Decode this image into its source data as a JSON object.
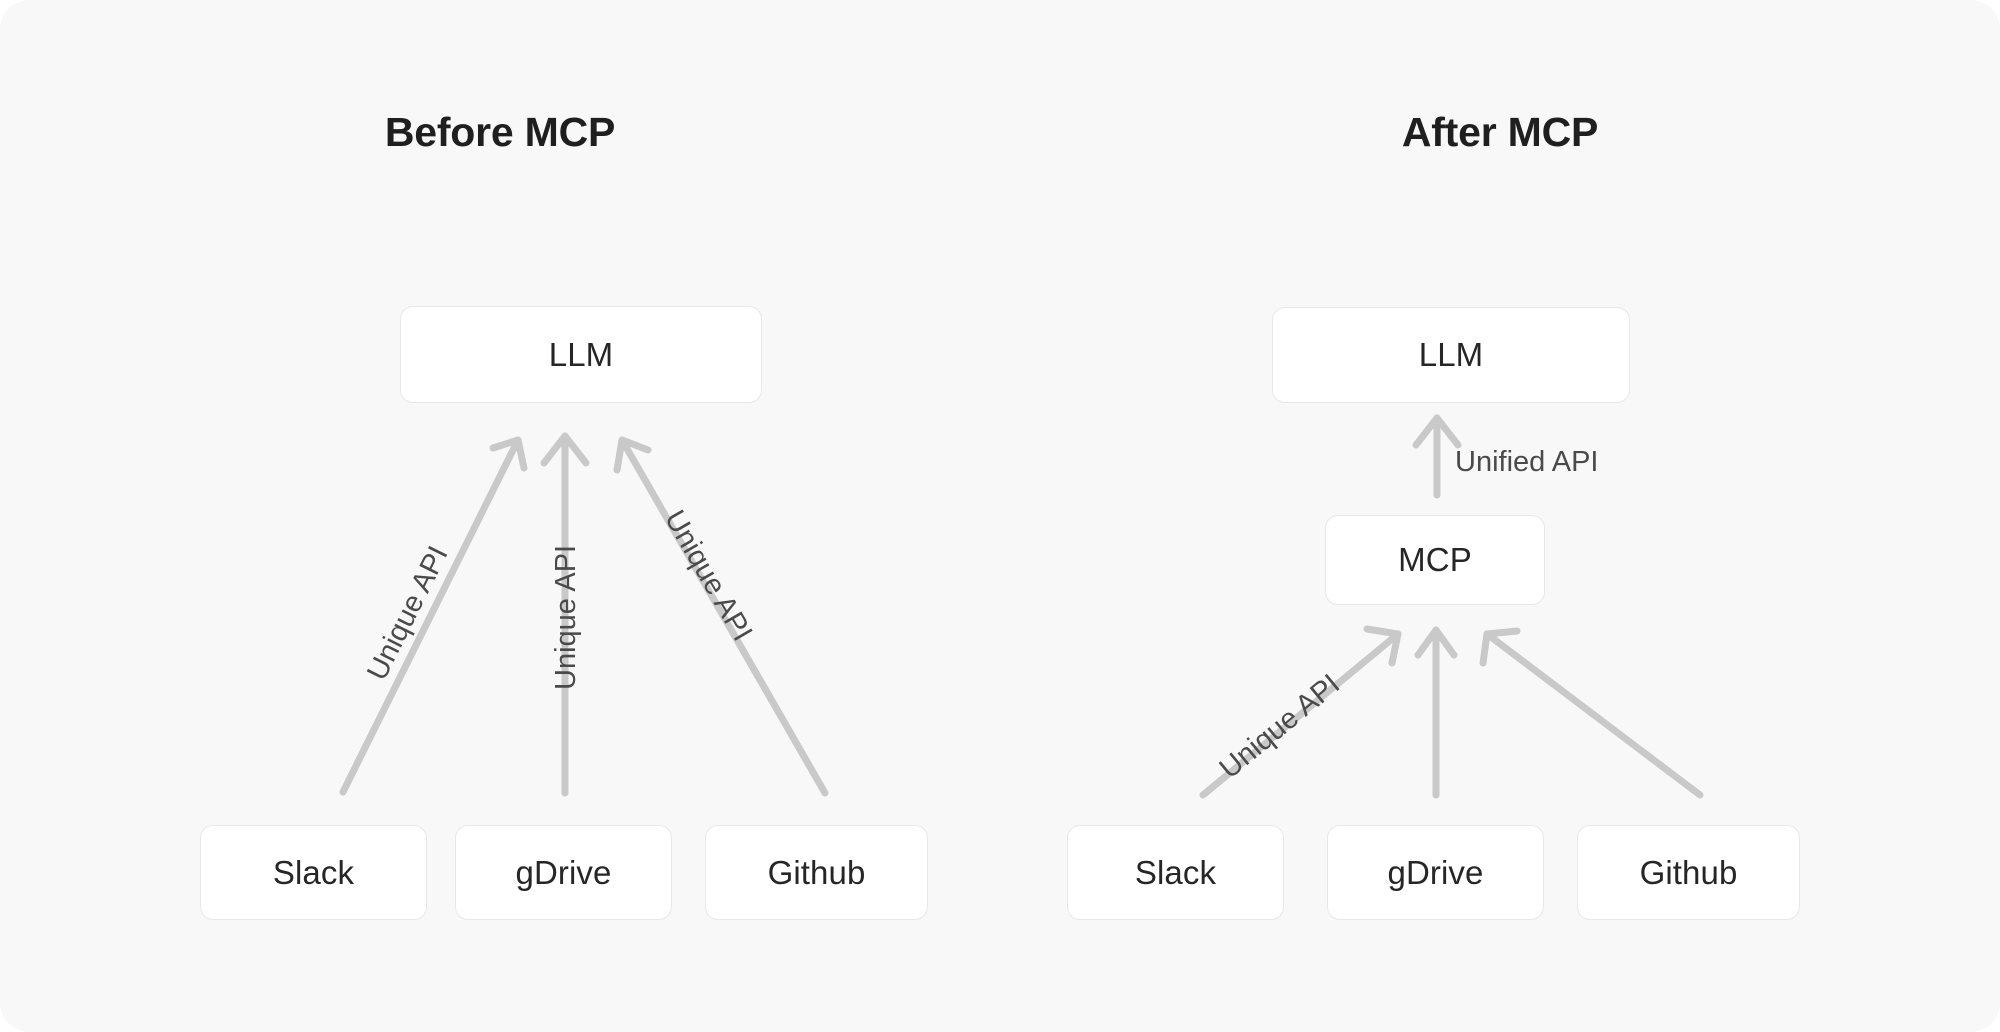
{
  "diagram": {
    "title_before": "Before MCP",
    "title_after": "After MCP",
    "colors": {
      "canvas_background": "#f8f8f8",
      "page_background": "#ffffff",
      "node_fill": "#ffffff",
      "node_border": "#e8e8e8",
      "arrow": "#c9c9c9",
      "title_text": "#1f1f1f",
      "node_text": "#262626",
      "label_text": "#4a4a4a"
    }
  },
  "before": {
    "title": "Before MCP",
    "llm": "LLM",
    "sources": [
      {
        "label": "Slack"
      },
      {
        "label": "gDrive"
      },
      {
        "label": "Github"
      }
    ],
    "edges": [
      {
        "from": "Slack",
        "to": "LLM",
        "label": "Unique API"
      },
      {
        "from": "gDrive",
        "to": "LLM",
        "label": "Unique API"
      },
      {
        "from": "Github",
        "to": "LLM",
        "label": "Unique API"
      }
    ]
  },
  "after": {
    "title": "After MCP",
    "llm": "LLM",
    "mcp": "MCP",
    "unified_label": "Unified API",
    "sources": [
      {
        "label": "Slack"
      },
      {
        "label": "gDrive"
      },
      {
        "label": "Github"
      }
    ],
    "edges": [
      {
        "from": "MCP",
        "to": "LLM",
        "label": "Unified API"
      },
      {
        "from": "Slack",
        "to": "MCP",
        "label": "Unique API"
      },
      {
        "from": "gDrive",
        "to": "MCP",
        "label": ""
      },
      {
        "from": "Github",
        "to": "MCP",
        "label": ""
      }
    ]
  }
}
